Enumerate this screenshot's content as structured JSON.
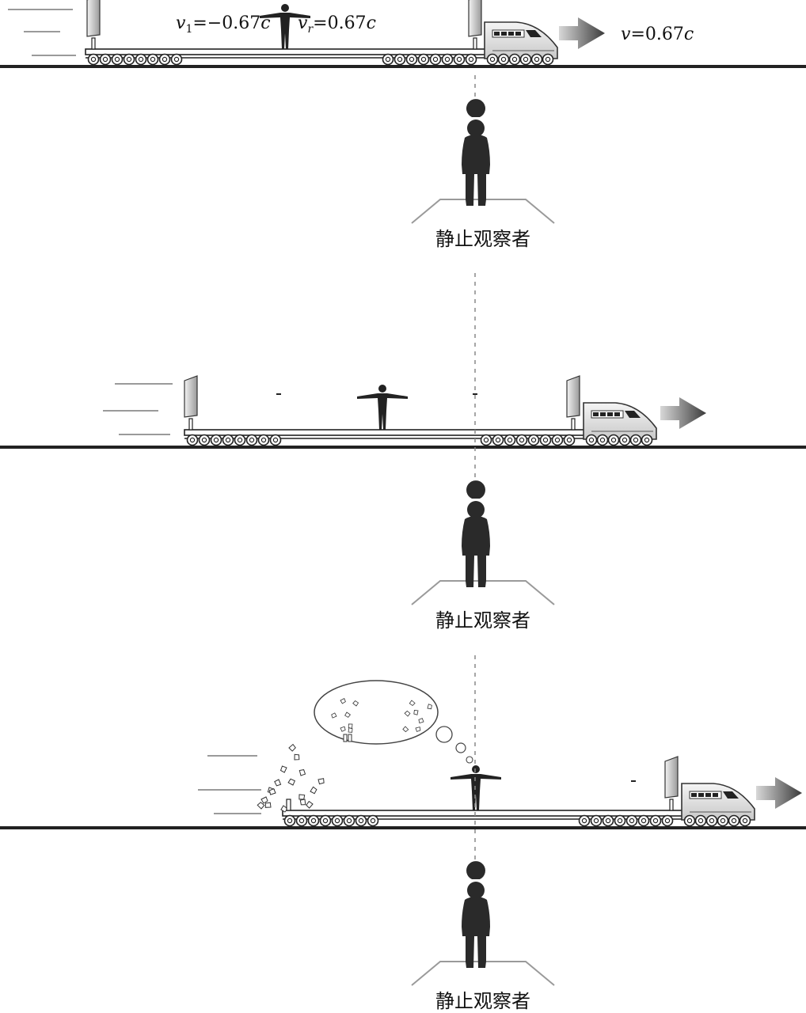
{
  "observer_label": "静止观察者",
  "panel1": {
    "v_left": {
      "var": "v",
      "sub": "1",
      "rest": "=−0.67",
      "unit": "c"
    },
    "v_right": {
      "var": "v",
      "sub": "r",
      "rest": "=0.67",
      "unit": "c"
    },
    "v_train": {
      "var": "v",
      "rest": "=0.67",
      "unit": "c"
    }
  },
  "colors": {
    "ink": "#1a1a1a",
    "rail": "#222222",
    "arrow_dark": "#3a3a3a",
    "arrow_light": "#cfcfcf",
    "dashed": "#888888"
  }
}
